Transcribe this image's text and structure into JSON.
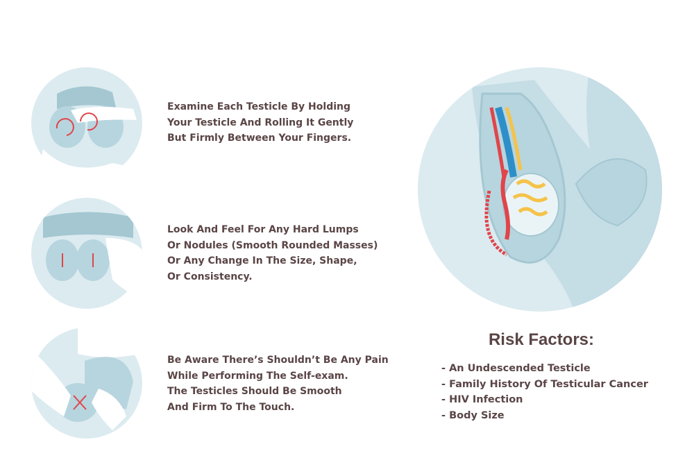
{
  "steps": [
    {
      "icon": "rolling-exam-illustration-icon",
      "text": "Examine Each Testicle By Holding\nYour Testicle And Rolling It Gently\nBut Firmly Between Your Fingers."
    },
    {
      "icon": "lump-check-illustration-icon",
      "text": "Look And Feel For Any Hard Lumps\nOr Nodules (Smooth Rounded Masses)\nOr Any Change In The Size, Shape,\nOr Consistency."
    },
    {
      "icon": "firmness-check-illustration-icon",
      "text": "Be Aware There’s Shouldn’t Be Any Pain\nWhile Performing The Self-exam.\nThe Testicles Should Be Smooth\nAnd Firm To The Touch."
    }
  ],
  "anatomy": {
    "icon": "testicle-anatomy-cross-section-icon"
  },
  "risk_factors": {
    "title": "Risk Factors:",
    "items": [
      "- An Undescended Testicle",
      "- Family History Of Testicular Cancer",
      "- HIV Infection",
      "- Body Size"
    ]
  },
  "colors": {
    "circle_bg": "#dcebf0",
    "tissue": "#b7d5de",
    "tissue_dark": "#a4c7d2",
    "hand": "#ffffff",
    "arrow": "#e0454a",
    "text": "#5a4545",
    "vessel_blue": "#2e8fc8",
    "vessel_red": "#e0454a",
    "yellow": "#f5c34a"
  }
}
